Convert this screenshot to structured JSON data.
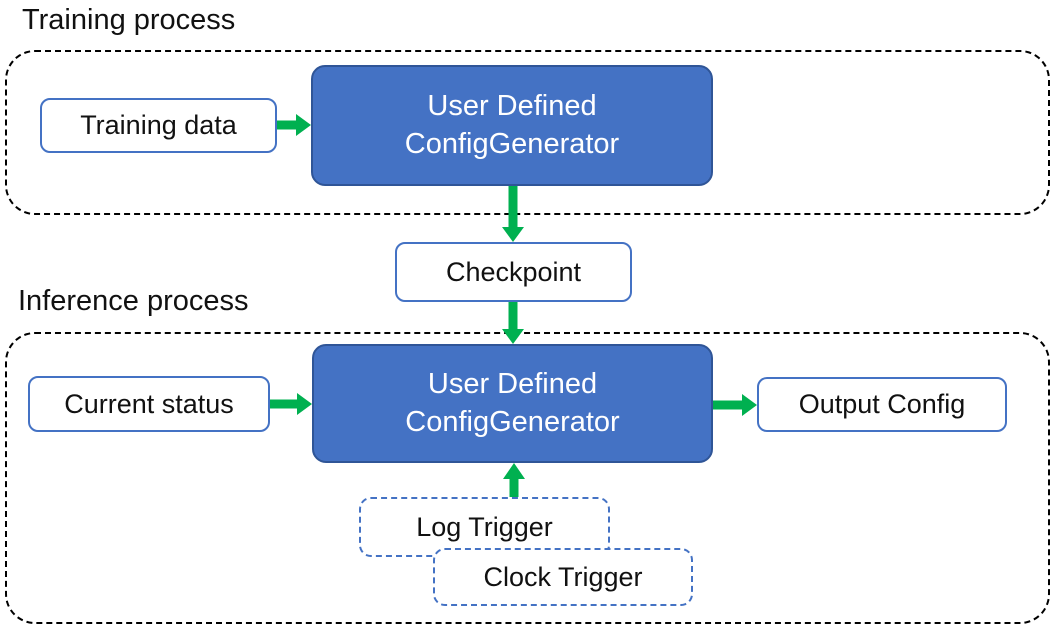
{
  "training": {
    "label": "Training process",
    "training_data_label": "Training data",
    "generator_line1": "User Defined",
    "generator_line2": "ConfigGenerator"
  },
  "checkpoint_label": "Checkpoint",
  "inference": {
    "label": "Inference process",
    "current_status_label": "Current status",
    "generator_line1": "User Defined",
    "generator_line2": "ConfigGenerator",
    "output_config_label": "Output Config",
    "log_trigger_label": "Log Trigger",
    "clock_trigger_label": "Clock Trigger"
  },
  "colors": {
    "node_fill": "#4472C4",
    "node_border": "#2F5597",
    "light_box_border": "#4472C4",
    "trigger_border": "#4472C4",
    "arrow_green": "#00B050",
    "container_dash": "#000000",
    "text": "#111111",
    "node_text": "#FFFFFF"
  }
}
